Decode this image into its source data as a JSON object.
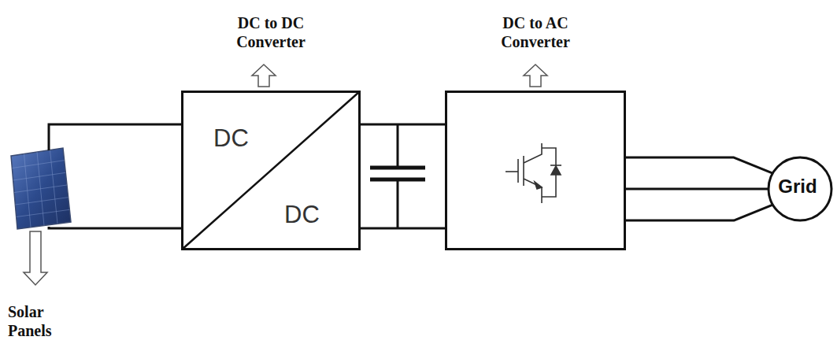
{
  "diagram": {
    "nodes": [
      {
        "text": [
          "DC to DC Converter",
          "DC",
          "DC"
        ]
      },
      {
        "text": [
          "DC to AC Converter"
        ]
      },
      {
        "text": [
          "Grid"
        ]
      }
    ],
    "edges": [
      {
        "from": 0,
        "to": 1,
        "arrow": "none"
      },
      {
        "from": 0,
        "to": 1,
        "arrow": "none"
      },
      {
        "from": 1,
        "to": 2,
        "arrow": "none"
      },
      {
        "from": 1,
        "to": 2,
        "arrow": "none"
      },
      {
        "from": 1,
        "to": 2,
        "arrow": "none"
      }
    ],
    "labels": [
      "Solar Panels"
    ]
  }
}
